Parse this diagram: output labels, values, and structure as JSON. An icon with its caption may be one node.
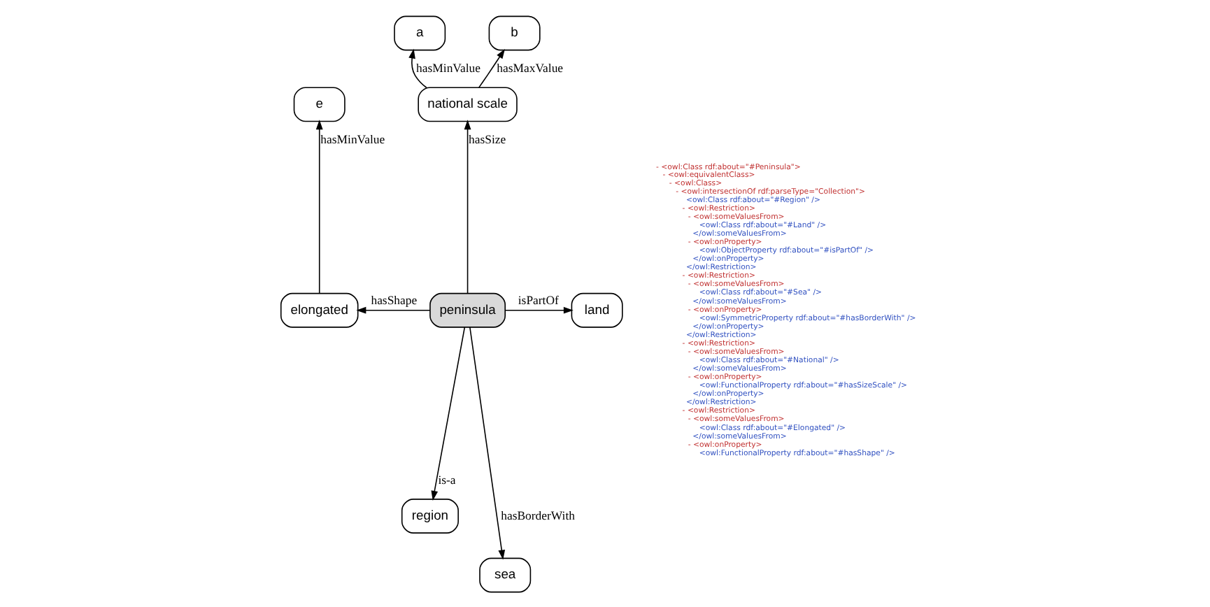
{
  "diagram": {
    "nodes": [
      {
        "text": [
          "a"
        ]
      },
      {
        "text": [
          "b"
        ]
      },
      {
        "text": [
          "national scale"
        ]
      },
      {
        "text": [
          "e"
        ]
      },
      {
        "text": [
          "elongated"
        ]
      },
      {
        "text": [
          "peninsula"
        ]
      },
      {
        "text": [
          "land"
        ]
      },
      {
        "text": [
          "region"
        ]
      },
      {
        "text": [
          "sea"
        ]
      }
    ],
    "edges": [
      {
        "from": 2,
        "to": 0,
        "arrow": "to",
        "label": "hasMinValue"
      },
      {
        "from": 2,
        "to": 1,
        "arrow": "to",
        "label": "hasMaxValue"
      },
      {
        "from": 5,
        "to": 2,
        "arrow": "to",
        "label": "hasSize"
      },
      {
        "from": 4,
        "to": 3,
        "arrow": "to",
        "label": "hasMinValue"
      },
      {
        "from": 5,
        "to": 4,
        "arrow": "to",
        "label": "hasShape"
      },
      {
        "from": 5,
        "to": 6,
        "arrow": "to",
        "label": "isPartOf"
      },
      {
        "from": 5,
        "to": 7,
        "arrow": "to",
        "label": "is-a"
      },
      {
        "from": 5,
        "to": 8,
        "arrow": "to",
        "label": "hasBorderWith"
      }
    ],
    "labels": [
      "- <owl:Class rdf:about=\"#Peninsula\">",
      "- <owl:equivalentClass>",
      "- <owl:Class>",
      "- <owl:intersectionOf rdf:parseType=\"Collection\">",
      "<owl:Class rdf:about=\"#Region\" />",
      "- <owl:Restriction>",
      "- <owl:someValuesFrom>",
      "<owl:Class rdf:about=\"#Land\" />",
      "</owl:someValuesFrom>",
      "- <owl:onProperty>",
      "<owl:ObjectProperty rdf:about=\"#isPartOf\" />",
      "</owl:onProperty>",
      "</owl:Restriction>",
      "- <owl:Restriction>",
      "- <owl:someValuesFrom>",
      "<owl:Class rdf:about=\"#Sea\" />",
      "</owl:someValuesFrom>",
      "- <owl:onProperty>",
      "<owl:SymmetricProperty rdf:about=\"#hasBorderWith\" />",
      "</owl:onProperty>",
      "</owl:Restriction>",
      "- <owl:Restriction>",
      "- <owl:someValuesFrom>",
      "<owl:Class rdf:about=\"#National\" />",
      "</owl:someValuesFrom>",
      "- <owl:onProperty>",
      "<owl:FunctionalProperty rdf:about=\"#hasSizeScale\" />",
      "</owl:onProperty>",
      "</owl:Restriction>",
      "- <owl:Restriction>",
      "- <owl:someValuesFrom>",
      "<owl:Class rdf:about=\"#Elongated\" />",
      "</owl:someValuesFrom>",
      "- <owl:onProperty>",
      "<owl:FunctionalProperty rdf:about=\"#hasShape\" />"
    ]
  }
}
